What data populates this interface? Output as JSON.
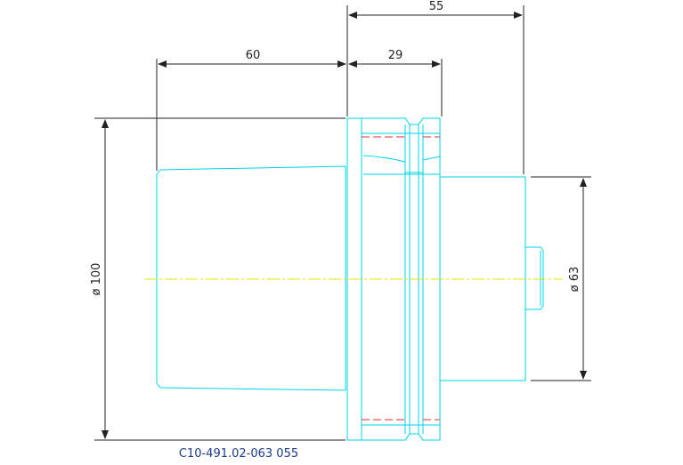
{
  "dimensions": {
    "top_overall": "55",
    "left_length": "60",
    "flange_length": "29",
    "left_diameter": "ø 100",
    "right_diameter": "ø 63"
  },
  "part_number": "C10-491.02-063 055",
  "colors": {
    "outline": "#00d4e6",
    "dimension": "#222222",
    "centerline": "#e6e600",
    "hidden": "#e03030",
    "label": "#1e3a8a"
  }
}
